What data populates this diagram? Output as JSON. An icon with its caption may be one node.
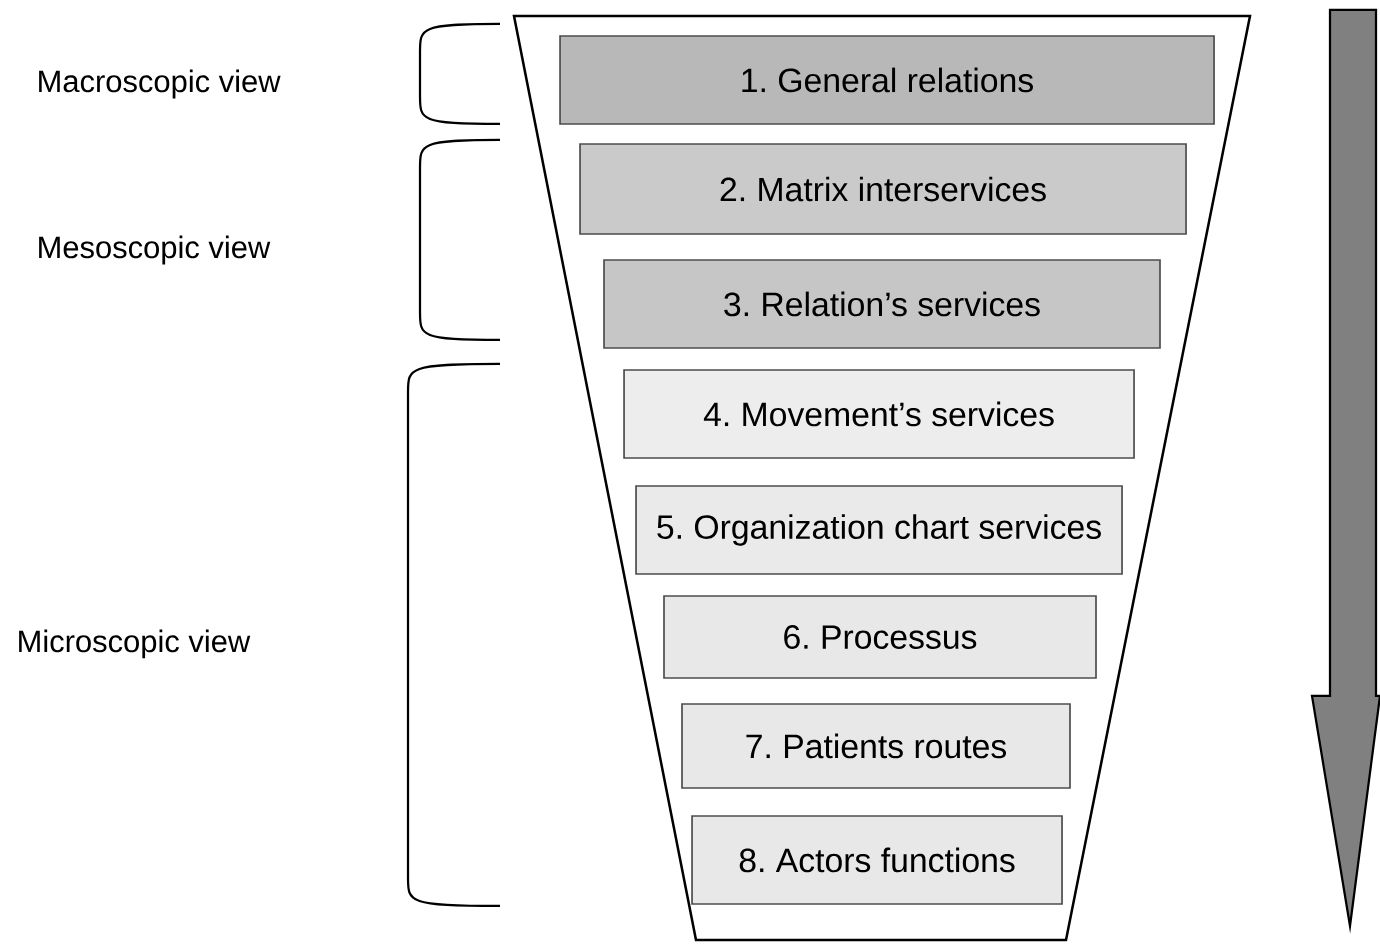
{
  "diagram": {
    "nodes": [
      {
        "text": [],
        "shape": "trapezoid"
      },
      {
        "text": [
          "1. General relations"
        ],
        "in": 0
      },
      {
        "text": [
          "2. Matrix interservices"
        ],
        "in": 0
      },
      {
        "text": [
          "3. Relation’s services"
        ],
        "in": 0
      },
      {
        "text": [
          "4. Movement’s services"
        ],
        "in": 0
      },
      {
        "text": [
          "5. Organization chart services"
        ],
        "in": 0
      },
      {
        "text": [
          "6. Processus"
        ],
        "in": 0
      },
      {
        "text": [
          "7. Patients routes"
        ],
        "in": 0
      },
      {
        "text": [
          "8. Actors functions"
        ],
        "in": 0
      }
    ],
    "labels": [
      "Macroscopic view",
      "Mesoscopic view",
      "Microscopic view"
    ]
  }
}
